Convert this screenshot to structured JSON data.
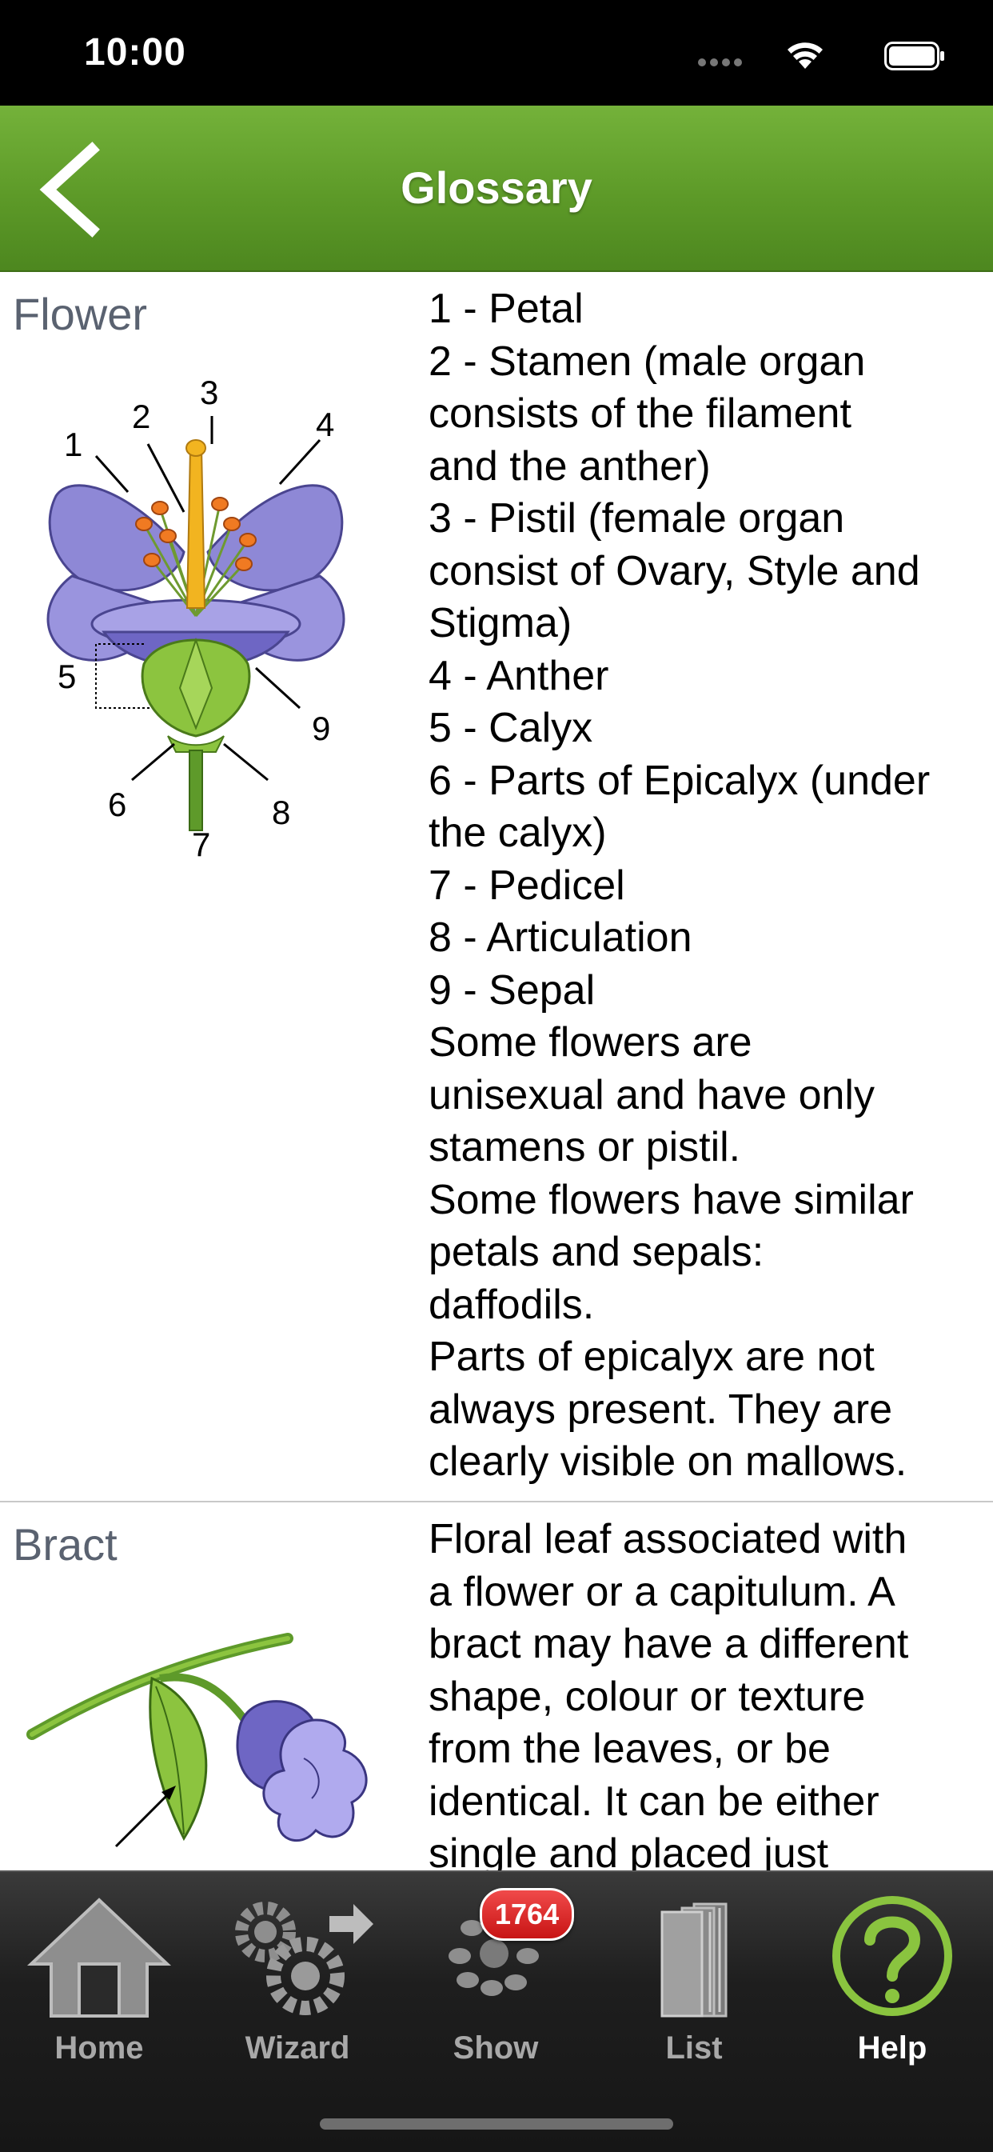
{
  "status_bar": {
    "time": "10:00"
  },
  "nav": {
    "title": "Glossary",
    "back_icon": "chevron-left-icon"
  },
  "entries": [
    {
      "term": "Flower",
      "lines": [
        "1 - Petal",
        "2 - Stamen (male organ",
        "consists of the filament",
        "and the anther)",
        "3 - Pistil (female organ",
        "consist of Ovary, Style and",
        "Stigma)",
        "4 - Anther",
        "5 - Calyx",
        "6 - Parts of Epicalyx (under",
        "the calyx)",
        "7 - Pedicel",
        "8 - Articulation",
        "9 - Sepal",
        "Some flowers are",
        "unisexual and have only",
        "stamens or pistil.",
        "Some flowers have similar",
        "petals and sepals:",
        "daffodils.",
        "Parts of epicalyx are not",
        "always present. They are",
        "clearly visible on mallows."
      ],
      "diagram_labels": [
        "1",
        "2",
        "3",
        "4",
        "5",
        "6",
        "7",
        "8",
        "9"
      ]
    },
    {
      "term": "Bract",
      "lines": [
        "Floral leaf associated with",
        "a flower or a capitulum. A",
        "bract may have a different",
        "shape, colour or texture",
        "from the leaves, or be",
        "identical. It can be either",
        "single and placed just"
      ]
    }
  ],
  "tabs": [
    {
      "label": "Home",
      "icon": "house-icon"
    },
    {
      "label": "Wizard",
      "icon": "gears-icon"
    },
    {
      "label": "Show",
      "icon": "flower-icon",
      "badge": "1764"
    },
    {
      "label": "List",
      "icon": "books-icon"
    },
    {
      "label": "Help",
      "icon": "question-icon",
      "active": true
    }
  ],
  "colors": {
    "nav_green": "#5d9a28",
    "help_green": "#8ac43f",
    "badge_red": "#d81e1e",
    "petal_purple": "#8e88d6"
  }
}
